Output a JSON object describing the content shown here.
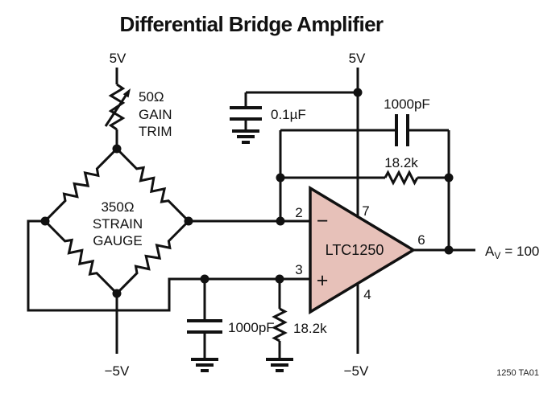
{
  "title": "Differential Bridge Amplifier",
  "supplies": {
    "vplus_bridge": "5V",
    "vplus_amp": "5V",
    "vminus_bridge": "−5V",
    "vminus_amp": "−5V"
  },
  "gain_trim": {
    "value": "50Ω",
    "line2": "GAIN",
    "line3": "TRIM"
  },
  "bridge": {
    "line1": "350Ω",
    "line2": "STRAIN",
    "line3": "GAUGE"
  },
  "bypass_cap": {
    "value": "0.1µF"
  },
  "feedback": {
    "cap": "1000pF",
    "resistor": "18.2k"
  },
  "input_filter": {
    "cap": "1000pF",
    "resistor": "18.2k"
  },
  "opamp": {
    "part": "LTC1250",
    "inverting_sign": "−",
    "noninverting_sign": "+",
    "pins": {
      "inverting": "2",
      "noninverting": "3",
      "vplus": "7",
      "vminus": "4",
      "output": "6"
    }
  },
  "output": {
    "gain_prefix": "A",
    "gain_subscript": "V",
    "gain_suffix": "= 100"
  },
  "footnote": "1250 TA01",
  "colors": {
    "opamp_fill": "#e7c1b9",
    "line": "#111111",
    "background": "#ffffff"
  }
}
